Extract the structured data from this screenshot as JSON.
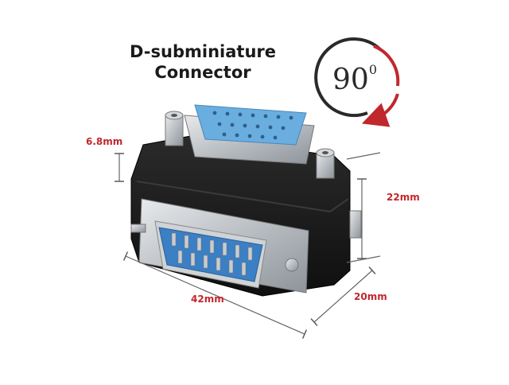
{
  "title": {
    "line1": "D-subminiature",
    "line2": "Connector"
  },
  "rotation": {
    "value": "90",
    "unit": "0"
  },
  "dimensions": {
    "screw_height": "6.8mm",
    "height": "22mm",
    "width": "42mm",
    "depth": "20mm"
  },
  "colors": {
    "accent": "#c0282d",
    "pin_blue": "#3b7fc4",
    "socket_blue": "#6aaee0",
    "housing": "#1c1c1c",
    "metal": "#c9cdd1"
  }
}
